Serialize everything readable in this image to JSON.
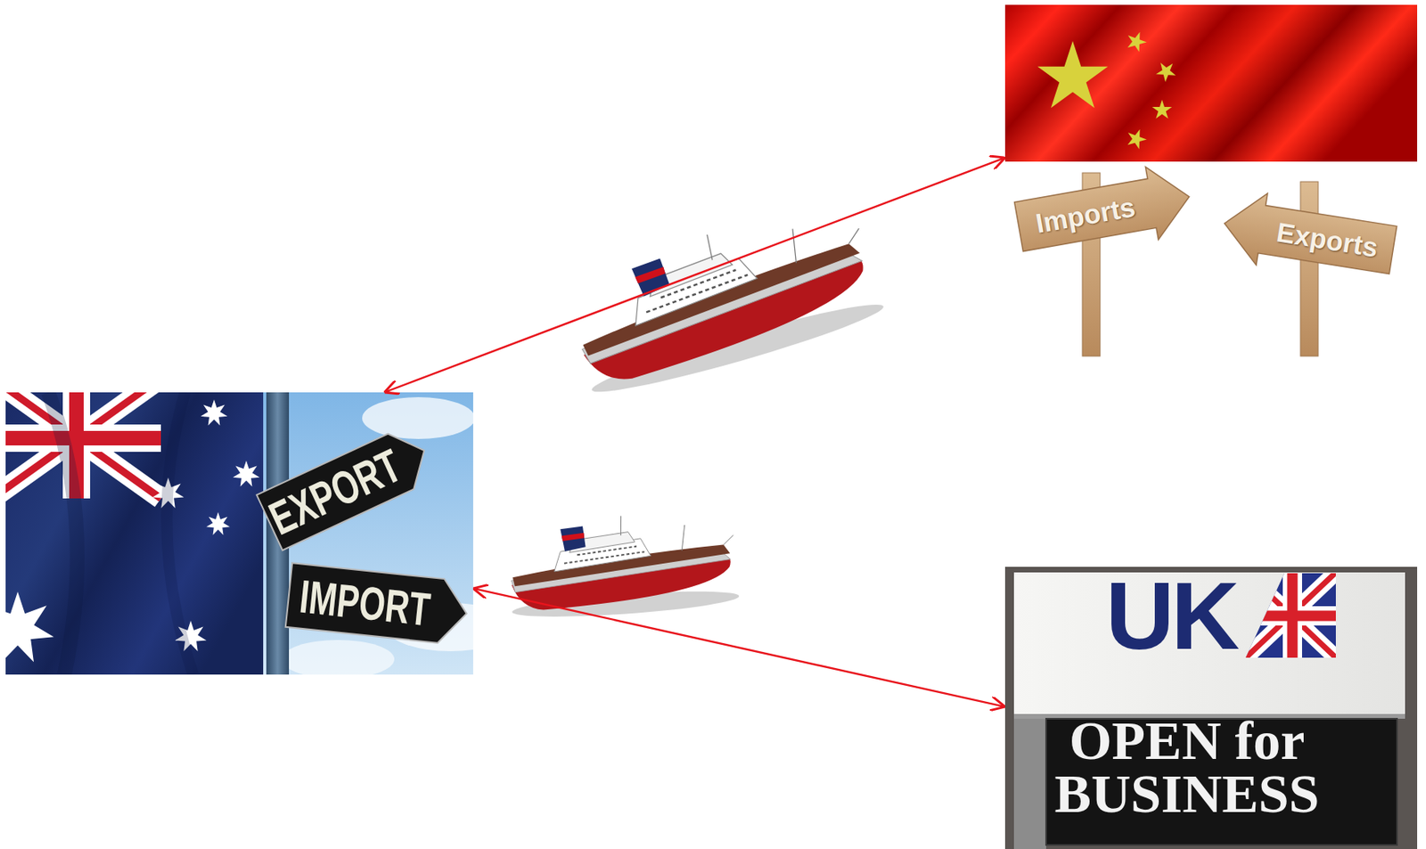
{
  "diagram": {
    "nodes": [
      {
        "text": [
          "Imports",
          "Exports"
        ]
      },
      {
        "text": [
          "EXPORT",
          "IMPORT"
        ]
      },
      {
        "text": [
          "UK",
          "OPEN for BUSINESS"
        ]
      }
    ],
    "edges": [
      {
        "from": 1,
        "to": 0,
        "arrow": "both"
      },
      {
        "from": 1,
        "to": 2,
        "arrow": "both"
      }
    ]
  }
}
